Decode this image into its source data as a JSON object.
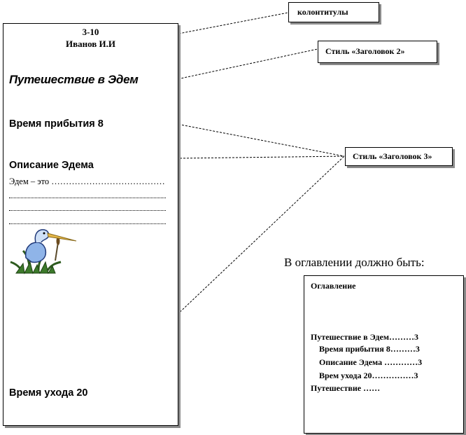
{
  "page": {
    "header_line1": "3-10",
    "header_line2": "Иванов И.И",
    "heading2": "Путешествие в Эдем",
    "heading3_arrival": "Время прибытия   8",
    "heading3_description": "Описание  Эдема",
    "body_text": "Эдем – это …………………………………",
    "heading3_departure": "Время ухода  20",
    "image_icon": "heron-icon"
  },
  "callouts": {
    "headers_footers": "колонтитулы",
    "heading2_style": "Стиль «Заголовок 2»",
    "heading3_style": "Стиль «Заголовок 3»"
  },
  "toc": {
    "caption": "В оглавлении должно быть:",
    "title": "Оглавление",
    "entries": [
      "Путешествие в Эдем………3",
      "Время прибытия 8………3",
      "Описание Эдема …………3",
      "Врем  ухода  20……………3",
      "Путешествие  ……"
    ]
  }
}
